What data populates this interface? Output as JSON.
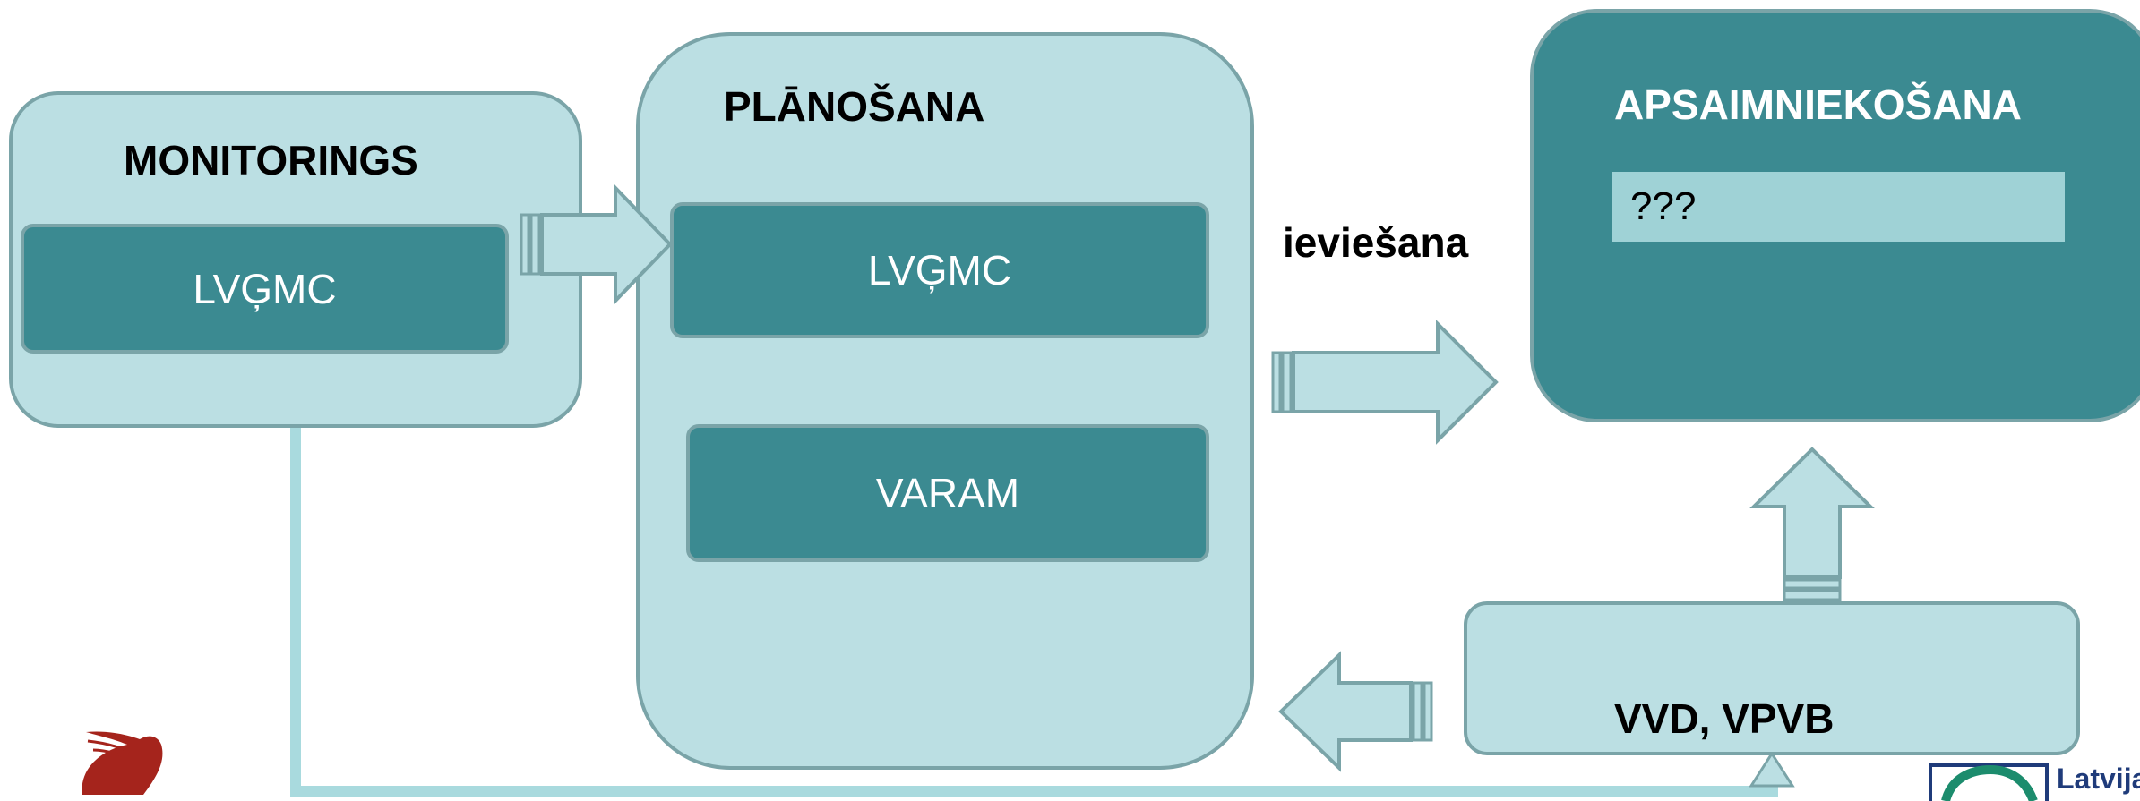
{
  "monitoring": {
    "title": "MONITORINGS",
    "box_label": "LVĢMC"
  },
  "planning": {
    "title": "PLĀNOŠANA",
    "box1_label": "LVĢMC",
    "box2_label": "VARAM"
  },
  "arrow_label": "ieviešana",
  "management": {
    "title": "APSAIMNIEKOŠANA",
    "field_value": "???"
  },
  "vvd": {
    "label": "VVD, VPVB"
  },
  "footer": {
    "logo_text": "Latvija"
  },
  "colors": {
    "light_fill": "#bbdfe3",
    "dark_fill": "#3b8a91",
    "border": "#7aa4a8",
    "field_fill": "#9fd2d6",
    "feedback_line": "#a9dade",
    "logo_red": "#a5241c",
    "logo_navy": "#1f3b7a",
    "logo_green": "#1c8c6d"
  }
}
